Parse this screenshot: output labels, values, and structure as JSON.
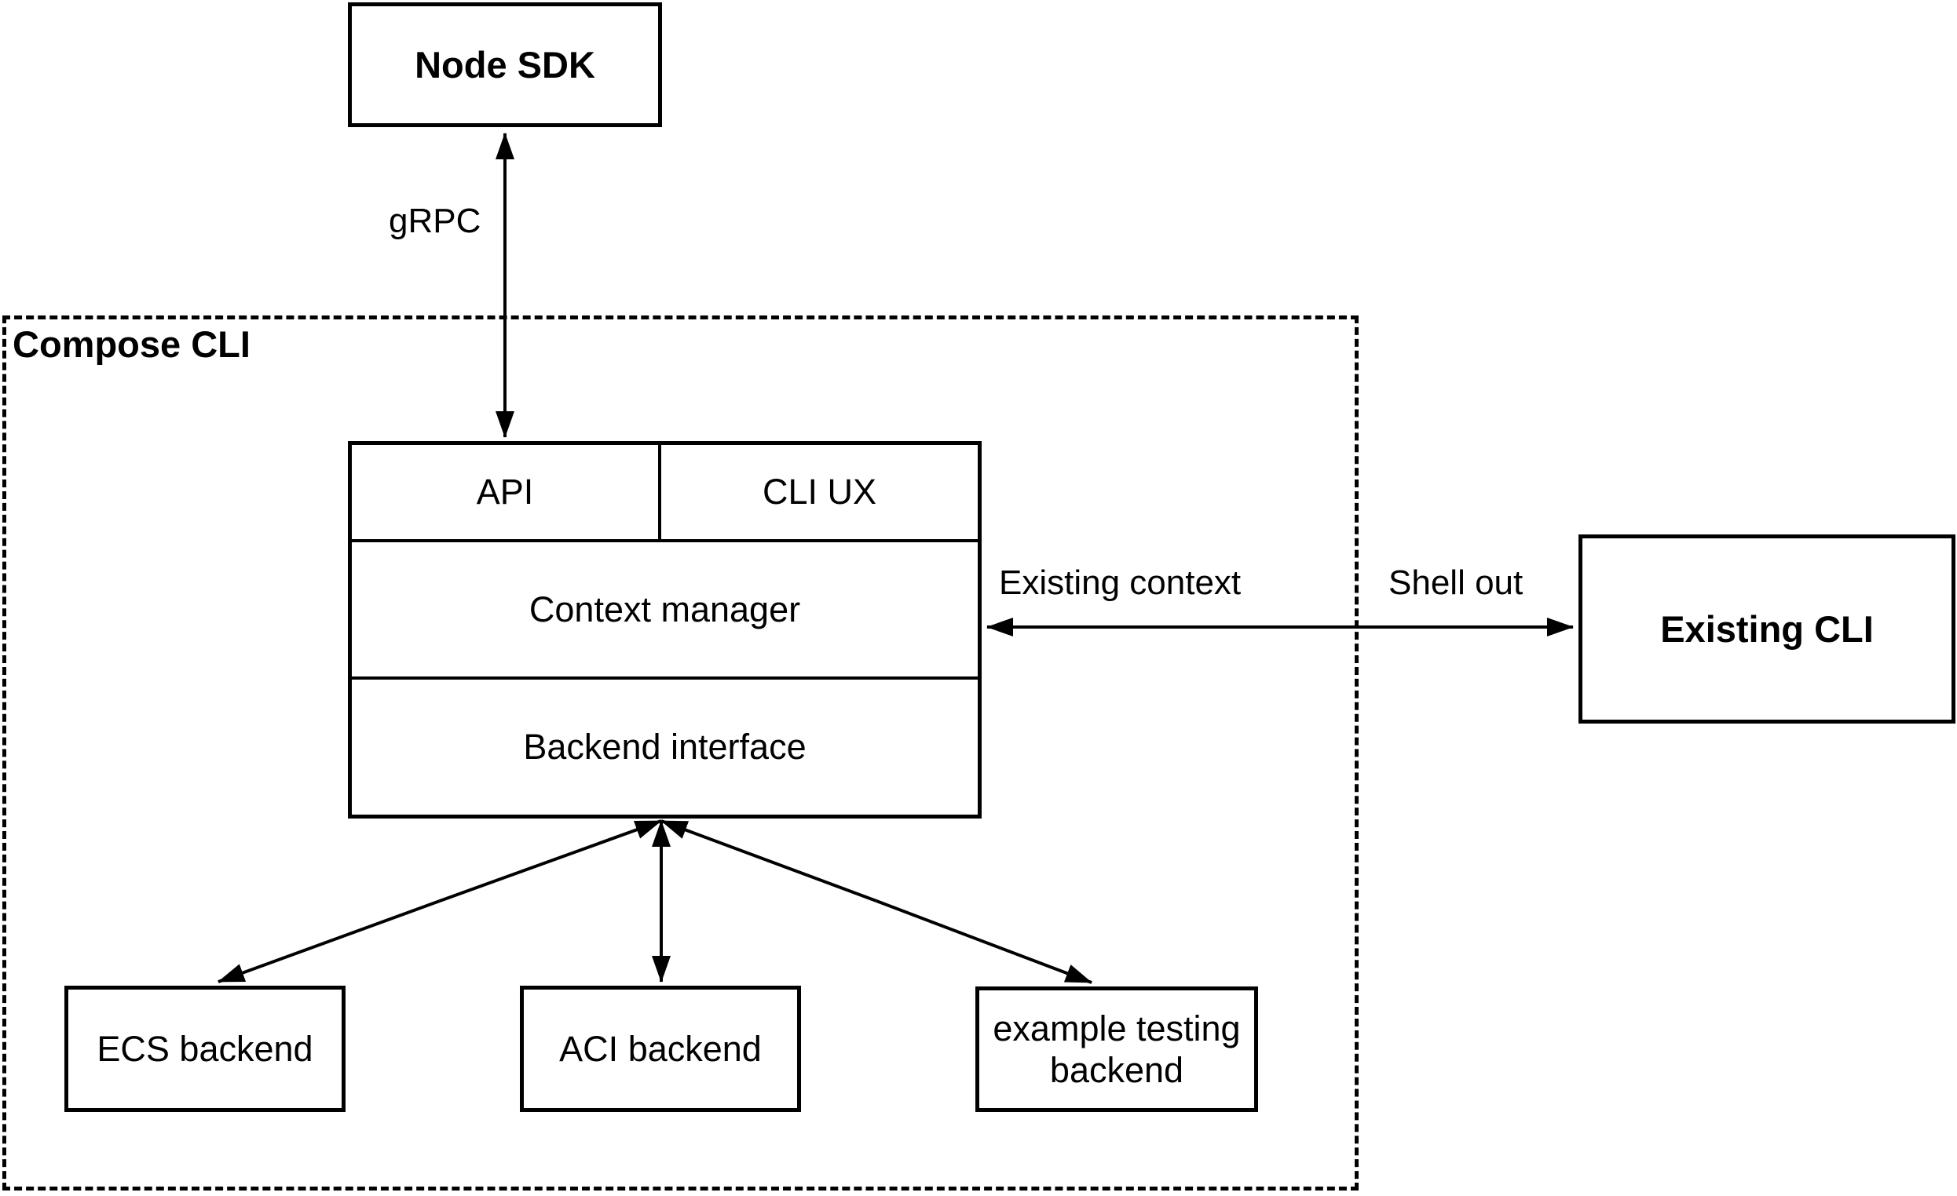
{
  "colors": {
    "background": "#ffffff",
    "stroke": "#000000",
    "text": "#000000"
  },
  "nodes": {
    "node_sdk": {
      "label": "Node SDK"
    },
    "compose_cli_group": {
      "label": "Compose CLI"
    },
    "api": {
      "label": "API"
    },
    "cli_ux": {
      "label": "CLI UX"
    },
    "context_manager": {
      "label": "Context manager"
    },
    "backend_interface": {
      "label": "Backend interface"
    },
    "existing_cli": {
      "label": "Existing CLI"
    },
    "ecs_backend": {
      "label": "ECS backend"
    },
    "aci_backend": {
      "label": "ACI backend"
    },
    "example_testing_backend": {
      "label": "example testing\nbackend"
    }
  },
  "edges": {
    "grpc": {
      "label": "gRPC"
    },
    "existing_context": {
      "label": "Existing context"
    },
    "shell_out": {
      "label": "Shell out"
    }
  },
  "connections": [
    {
      "from": "Node SDK",
      "to": "API",
      "label": "gRPC",
      "style": "double-arrow"
    },
    {
      "from": "Context manager",
      "to": "Existing CLI",
      "label": "Existing context / Shell out",
      "style": "double-arrow"
    },
    {
      "from": "Backend interface",
      "to": "ECS backend",
      "label": "",
      "style": "double-arrow"
    },
    {
      "from": "Backend interface",
      "to": "ACI backend",
      "label": "",
      "style": "double-arrow"
    },
    {
      "from": "Backend interface",
      "to": "example testing backend",
      "label": "",
      "style": "double-arrow"
    }
  ]
}
